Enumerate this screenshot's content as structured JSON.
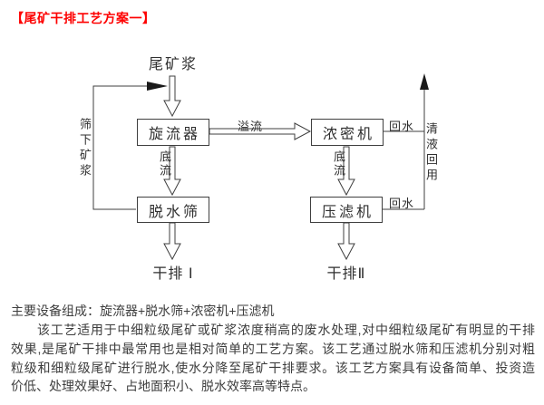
{
  "title": "【尾矿干排工艺方案一】",
  "colors": {
    "title_red": "#fe0000",
    "body_text": "#3d3d3d",
    "diagram_line": "#3f3f3f"
  },
  "diagram": {
    "feed_label": "尾矿浆",
    "boxes": {
      "cyclone": "旋流器",
      "thickener": "浓密机",
      "dewatering_screen": "脱水筛",
      "filter_press": "压滤机"
    },
    "labels": {
      "overflow": "溢流",
      "underflow_left": "底流",
      "underflow_right": "底流",
      "screen_underflow": "筛下矿浆",
      "return_water_top": "回水",
      "return_water_bottom": "回水",
      "clear_liquid_reuse": "清液回用"
    },
    "outputs": {
      "dry_discharge_1": "干排 Ⅰ",
      "dry_discharge_2": "干排Ⅱ"
    }
  },
  "equipment_line": "主要设备组成：旋流器+脱水筛+浓密机+压滤机",
  "paragraph": {
    "lines": [
      "该工艺适用于中细粒级尾矿或矿浆浓度稍高的废水处理,对中细粒级尾矿有明显的干排",
      "效果,是尾矿干排中最常用也是相对简单的工艺方案。该工艺通过脱水筛和压滤机分别对粗",
      "粒级和细粒级尾矿进行脱水,使水分降至尾矿干排要求。该工艺方案具有设备简单、投资造",
      "价低、处理效果好、占地面积小、脱水效率高等特点。"
    ]
  }
}
